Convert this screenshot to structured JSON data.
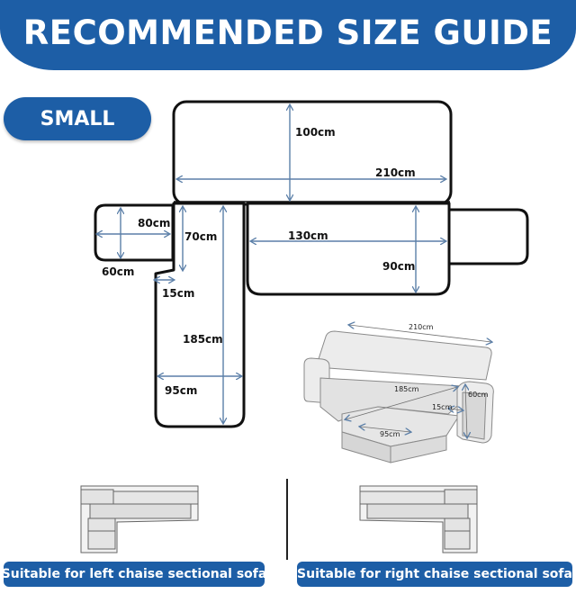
{
  "header": {
    "title": "RECOMMENDED SIZE GUIDE"
  },
  "size_label": "SMALL",
  "dimensions": {
    "back_depth": "100cm",
    "back_width": "210cm",
    "arm_length": "80cm",
    "arm_width": "60cm",
    "chaise_upper": "70cm",
    "chaise_gap": "15cm",
    "chaise_length": "185cm",
    "chaise_width": "95cm",
    "seat_width": "130cm",
    "seat_depth": "90cm"
  },
  "sofa_illustration": {
    "width": "210cm",
    "chaise": "185cm",
    "arm": "60cm",
    "gap": "15cm",
    "chaise_width": "95cm"
  },
  "captions": {
    "left": "Suitable for left chaise sectional sofa",
    "right": "Suitable for right chaise sectional sofa"
  },
  "colors": {
    "brand_blue": "#1d5ea6",
    "arrow_blue": "#5b7fa8",
    "outline": "#111111"
  }
}
